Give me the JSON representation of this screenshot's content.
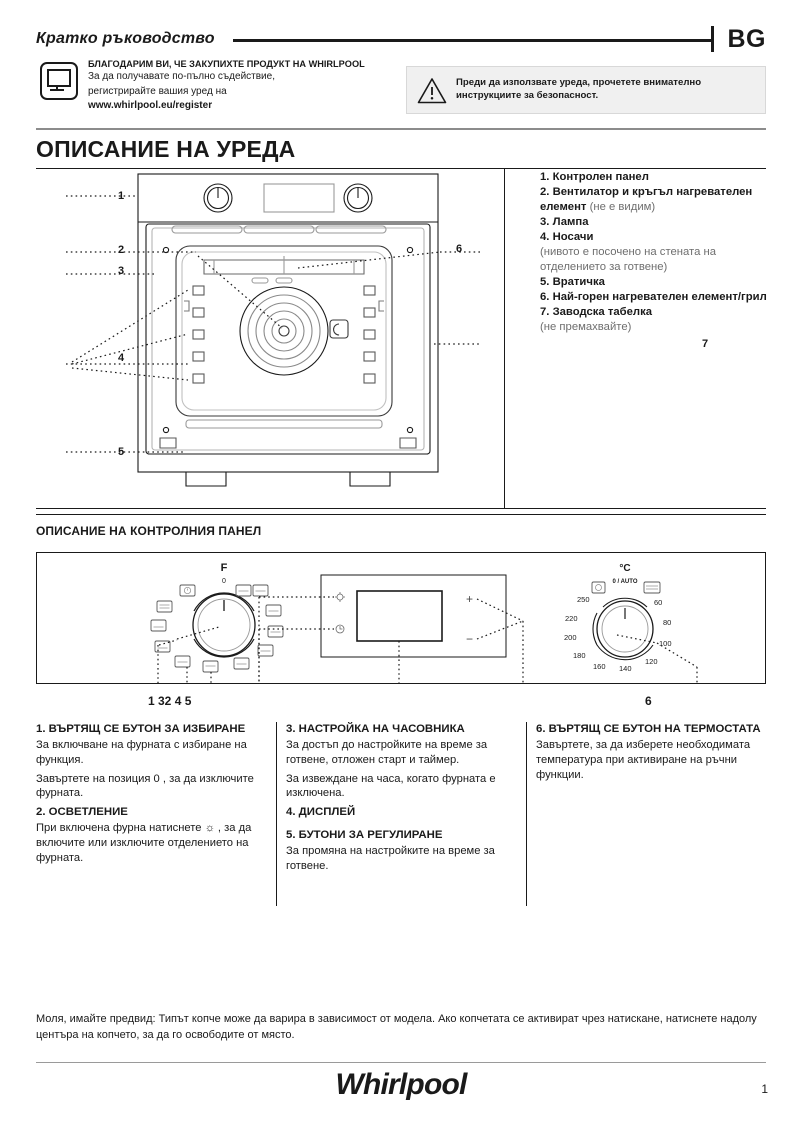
{
  "header": {
    "title": "Кратко ръководство",
    "language": "BG"
  },
  "thanks": {
    "line1": "БЛАГОДАРИМ ВИ, ЧЕ ЗАКУПИХТЕ ПРОДУКТ НА WHIRLPOOL",
    "line2": "За да получавате по-пълно съдействие,",
    "line3": "регистрирайте вашия уред на",
    "line4": "www.whirlpool.eu/register",
    "icon": "monitor-icon"
  },
  "safety": {
    "icon": "warning-triangle-icon",
    "text_line1": "Преди да използвате уреда, прочетете внимателно",
    "text_line2": "инструкциите за безопасност."
  },
  "appliance_section": {
    "title": "ОПИСАНИЕ НА УРЕДА",
    "callouts": [
      "1",
      "2",
      "3",
      "4",
      "5",
      "6",
      "7"
    ],
    "legend": [
      {
        "num": "1.",
        "bold": "Контролен панел",
        "muted": ""
      },
      {
        "num": "2.",
        "bold": "Вентилатор и кръгъл нагревателен елемент",
        "muted": " (не е видим)"
      },
      {
        "num": "3.",
        "bold": "Лампа",
        "muted": ""
      },
      {
        "num": "4.",
        "bold": "Носачи",
        "muted": ""
      },
      {
        "num": "",
        "bold": "",
        "muted": "(нивото е посочено на стената на отделението за готвене)"
      },
      {
        "num": "5.",
        "bold": "Вратичка",
        "muted": ""
      },
      {
        "num": "6.",
        "bold": "Най-горен нагревателен елемент/грил",
        "muted": ""
      },
      {
        "num": "7.",
        "bold": "Заводска табелка",
        "muted": ""
      },
      {
        "num": "",
        "bold": "",
        "muted": "(не премахвайте)"
      }
    ]
  },
  "control_panel_section": {
    "title": "ОПИСАНИЕ НА КОНТРОЛНИЯ ПАНЕЛ",
    "selector_knob": {
      "label": "F",
      "off_mark": "0",
      "icons": [
        "clock-icon",
        "defrost-icon",
        "bottom-heat-icon",
        "bottom-element-icon",
        "grill-icon",
        "grill-turnspit-icon",
        "fan-icon",
        "top-bottom-icon",
        "convection-icon",
        "pizza-icon",
        "eco-fan-icon",
        "keep-warm-icon"
      ]
    },
    "display_group": {
      "light_icon": "lamp-icon",
      "clock_icon": "clock-icon",
      "plus_label": "+",
      "minus_label": "−"
    },
    "thermostat_knob": {
      "unit_label": "°C",
      "auto_label": "0 / AUTO",
      "left_icon": "clock-icon",
      "right_icon": "grill-icon",
      "ticks": [
        "250",
        "220",
        "200",
        "180",
        "160",
        "140",
        "120",
        "100",
        "80",
        "60"
      ]
    },
    "left_numbers": "1 32 4 5",
    "right_number": "6"
  },
  "descriptions": {
    "col1": [
      {
        "type": "head",
        "text": "1. ВЪРТЯЩ СЕ БУТОН ЗА ИЗБИРАНЕ"
      },
      {
        "type": "body",
        "text": "За включване на фурната с избиране на функция."
      },
      {
        "type": "body",
        "text": "Завъртете на позиция  0 , за да изключите фурната."
      },
      {
        "type": "head",
        "text": "2. ОСВЕТЛЕНИЕ"
      },
      {
        "type": "body",
        "text": "При включена фурна натиснете  ☼ , за да включите или изключите отделението на фурната."
      }
    ],
    "col2": [
      {
        "type": "head",
        "text": "3. НАСТРОЙКА НА ЧАСОВНИКА"
      },
      {
        "type": "body",
        "text": "За достъп до настройките на време за готвене, отложен старт и таймер."
      },
      {
        "type": "body",
        "text": "За извеждане на часа, когато фурната е изключена."
      },
      {
        "type": "head",
        "text": "4. ДИСПЛЕЙ"
      },
      {
        "type": "head",
        "text": "5. БУТОНИ ЗА РЕГУЛИРАНЕ"
      },
      {
        "type": "body",
        "text": "За промяна на настройките на време за готвене."
      }
    ],
    "col3": [
      {
        "type": "head",
        "text": "6. ВЪРТЯЩ СЕ БУТОН НА ТЕРМОСТАТА"
      },
      {
        "type": "body",
        "text": "Завъртете, за да изберете необходимата температура при активиране на ръчни функции."
      }
    ]
  },
  "footer": {
    "note": "Моля, имайте предвид: Типът копче може да варира в зависимост от модела. Ако копчетата се активират чрез натискане, натиснете надолу центъра на копчето, за да го освободите от място.",
    "brand": "Whirlpool",
    "page_number": "1"
  }
}
